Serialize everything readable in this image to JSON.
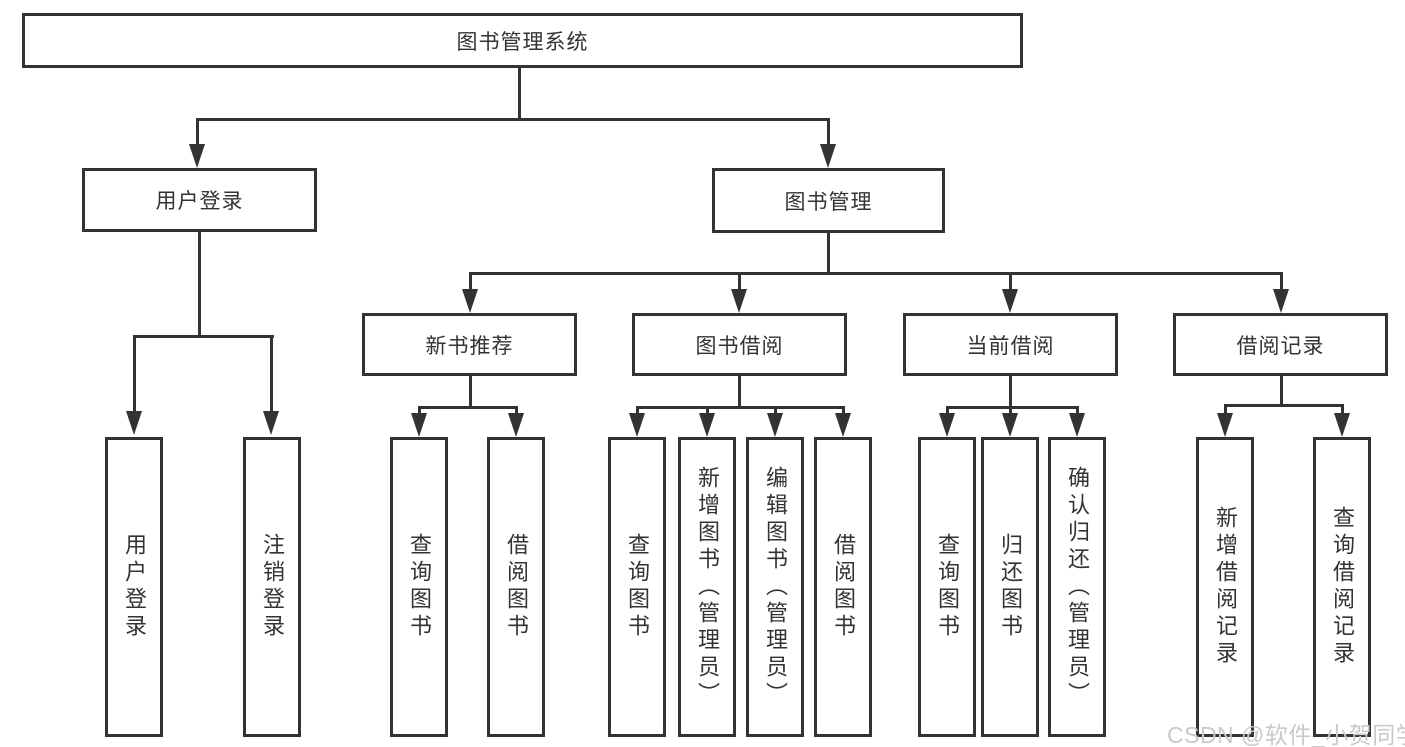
{
  "diagram": {
    "background_color": "#ffffff",
    "line_color": "#333333",
    "text_color": "#333333"
  },
  "watermark": {
    "text": "CSDN @软件_小贺同学",
    "color": "#c9c9cd"
  },
  "tree": {
    "root": {
      "label": "图书管理系统"
    },
    "children": [
      {
        "label": "用户登录",
        "children": [
          {
            "label": "用户登录"
          },
          {
            "label": "注销登录"
          }
        ]
      },
      {
        "label": "图书管理",
        "children": [
          {
            "label": "新书推荐",
            "children": [
              {
                "label": "查询图书"
              },
              {
                "label": "借阅图书"
              }
            ]
          },
          {
            "label": "图书借阅",
            "children": [
              {
                "label": "查询图书"
              },
              {
                "label": "新增图书（管理员）"
              },
              {
                "label": "编辑图书（管理员）"
              },
              {
                "label": "借阅图书"
              }
            ]
          },
          {
            "label": "当前借阅",
            "children": [
              {
                "label": "查询图书"
              },
              {
                "label": "归还图书"
              },
              {
                "label": "确认归还（管理员）"
              }
            ]
          },
          {
            "label": "借阅记录",
            "children": [
              {
                "label": "新增借阅记录"
              },
              {
                "label": "查询借阅记录"
              }
            ]
          }
        ]
      }
    ]
  }
}
